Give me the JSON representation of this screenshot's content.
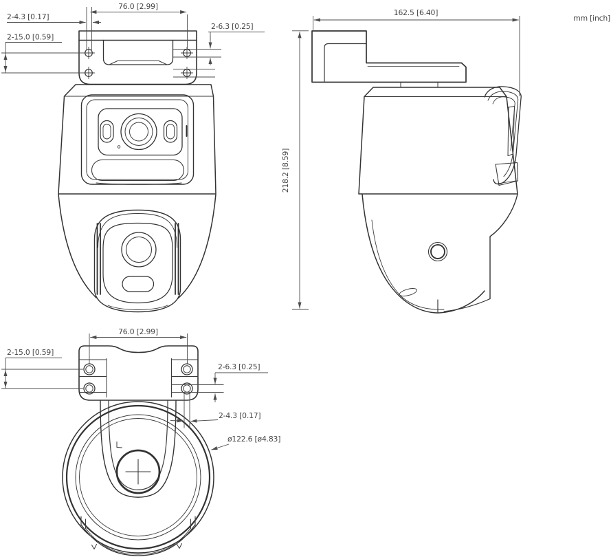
{
  "drawing": {
    "units_label": "mm [inch]",
    "front_view": {
      "hole_diameter": "2-4.3 [0.17]",
      "hole_row_spacing": "2-15.0 [0.59]",
      "hole_column_spacing": "76.0 [2.99]",
      "slot_height": "2-6.3 [0.25]"
    },
    "side_view": {
      "depth": "162.5 [6.40]",
      "height": "218.2 [8.59]"
    },
    "bottom_view": {
      "hole_row_spacing": "2-15.0 [0.59]",
      "hole_column_spacing": "76.0 [2.99]",
      "slot_height": "2-6.3 [0.25]",
      "hole_diameter": "2-4.3 [0.17]",
      "base_diameter": "ø122.6 [ø4.83]"
    }
  }
}
